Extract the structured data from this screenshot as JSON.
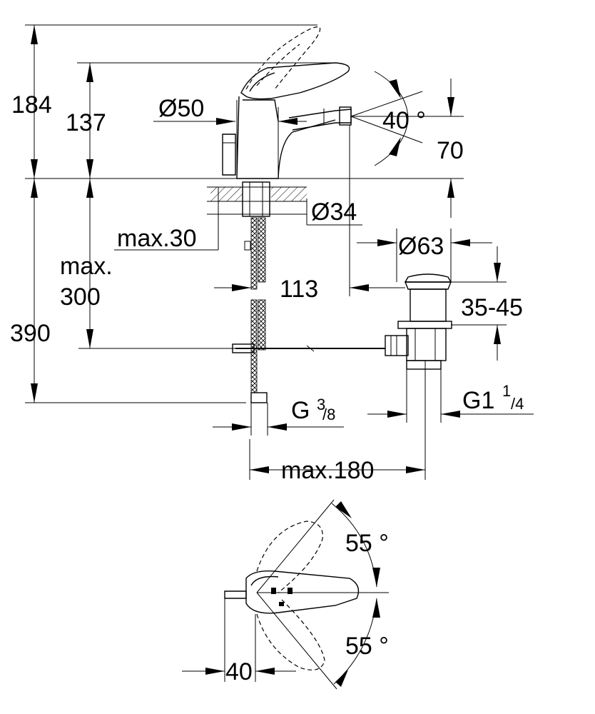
{
  "dimensions": {
    "d184": "184",
    "d137": "137",
    "d50": "Ø50",
    "d40deg": "40 °",
    "d70": "70",
    "d34": "Ø34",
    "dmax30": "max.30",
    "dmax300a": "max.",
    "dmax300b": "300",
    "d63": "Ø63",
    "d113": "113",
    "d3545": "35-45",
    "d390": "390",
    "g38_main": "G",
    "g38_num": "3",
    "g38_den": "/8",
    "g114_main": "G1",
    "g114_num": "1",
    "g114_den": "/4",
    "dmax180": "max.180",
    "d55top": "55 °",
    "d55bot": "55 °",
    "d40": "40"
  }
}
